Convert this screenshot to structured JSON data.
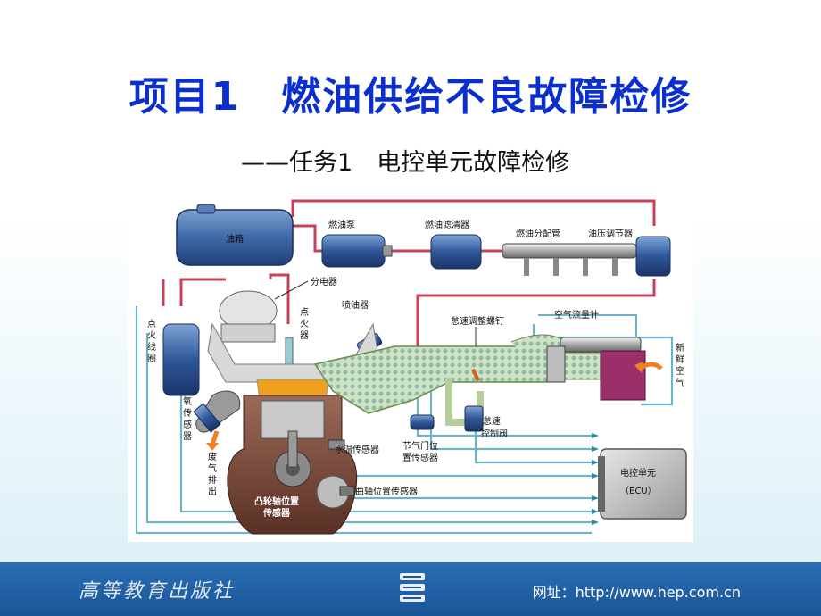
{
  "slide": {
    "title": "项目1　燃油供给不良故障检修",
    "subtitle": "——任务1　电控单元故障检修"
  },
  "diagram": {
    "labels": {
      "fuel_tank": "油箱",
      "fuel_pump": "燃油泵",
      "fuel_filter": "燃油滤清器",
      "fuel_rail": "燃油分配管",
      "pressure_regulator": "油压调节器",
      "distributor": "分电器",
      "spark_plug_1": "点",
      "spark_plug_2": "火",
      "spark_plug_3": "器",
      "injector": "喷油器",
      "idle_screw": "怠速调整螺钉",
      "air_flow_meter": "空气流量计",
      "ignition_coil_1": "点",
      "ignition_coil_2": "火",
      "ignition_coil_3": "线",
      "ignition_coil_4": "圈",
      "oxygen_sensor_1": "氧",
      "oxygen_sensor_2": "传",
      "oxygen_sensor_3": "感",
      "oxygen_sensor_4": "器",
      "exhaust_1": "废",
      "exhaust_2": "气",
      "exhaust_3": "排",
      "exhaust_4": "出",
      "fresh_air_1": "新",
      "fresh_air_2": "鲜",
      "fresh_air_3": "空",
      "fresh_air_4": "气",
      "idle_valve_1": "怠速",
      "idle_valve_2": "控制阀",
      "coolant_sensor": "水温传感器",
      "throttle_sensor_1": "节气门位",
      "throttle_sensor_2": "置传感器",
      "camshaft_sensor_1": "凸轮轴位置",
      "camshaft_sensor_2": "传感器",
      "crankshaft_sensor": "曲轴位置传感器",
      "ecu_1": "电控单元",
      "ecu_2": "（ECU）"
    },
    "colors": {
      "fuel_line": "#c8405a",
      "signal_line": "#6fb3c8",
      "intake": "#b6cf9a",
      "engine": "#7a4a3a",
      "tank": "#3f6aa8"
    }
  },
  "footer": {
    "publisher": "高等教育出版社",
    "logo_icon": "hep-logo-icon",
    "url": "网址：http://www.hep.com.cn"
  }
}
